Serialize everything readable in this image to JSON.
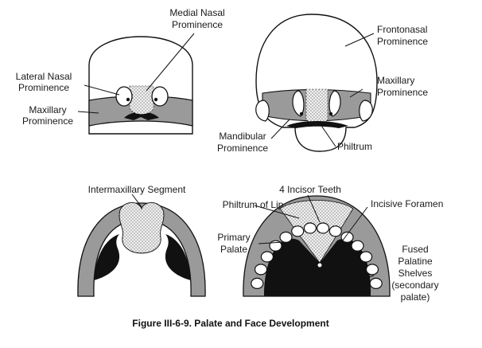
{
  "labels": {
    "medial_nasal_1": "Medial Nasal",
    "medial_nasal_2": "Prominence",
    "frontonasal_1": "Frontonasal",
    "frontonasal_2": "Prominence",
    "lateral_nasal_1": "Lateral Nasal",
    "lateral_nasal_2": "Prominence",
    "maxillary_left_1": "Maxillary",
    "maxillary_left_2": "Prominence",
    "maxillary_right_1": "Maxillary",
    "maxillary_right_2": "Prominence",
    "mandibular_1": "Mandibular",
    "mandibular_2": "Prominence",
    "philtrum": "Philtrum",
    "intermaxillary": "Intermaxillary Segment",
    "incisor_teeth": "4 Incisor Teeth",
    "philtrum_lip": "Philtrum of Lip",
    "incisive_foramen": "Incisive Foramen",
    "primary_palate_1": "Primary",
    "primary_palate_2": "Palate",
    "fused_1": "Fused",
    "fused_2": "Palatine",
    "fused_3": "Shelves",
    "fused_4": "(secondary",
    "fused_5": "palate)"
  },
  "caption": "Figure III-6-9. Palate and Face Development",
  "colors": {
    "outline": "#111111",
    "maxillary_band": "#9a9a9a",
    "dark_fill": "#111111",
    "dotted_fill": "#e6e6e6"
  }
}
